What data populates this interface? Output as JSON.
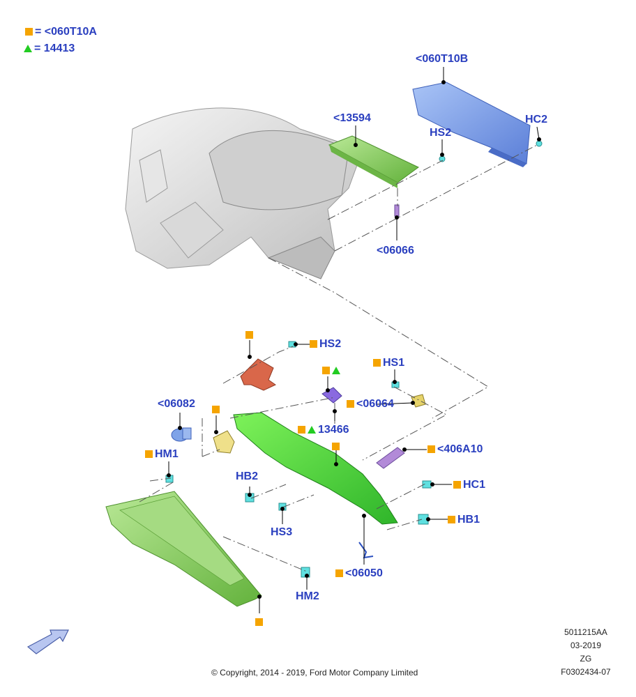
{
  "legend": {
    "square_text": "<060T10A",
    "triangle_text": "14413"
  },
  "callouts": {
    "c_060T10B": "<060T10B",
    "c_13594": "<13594",
    "hs2_top": "HS2",
    "hc2": "HC2",
    "c_06066": "<06066",
    "hs2_mid": "HS2",
    "hs1": "HS1",
    "c_06064": "<06064",
    "c_06082": "<06082",
    "c_13466": "13466",
    "hm1": "HM1",
    "c_406A10": "<406A10",
    "hb2": "HB2",
    "hc1": "HC1",
    "hs3": "HS3",
    "hb1": "HB1",
    "c_06050": "<06050",
    "hm2": "HM2"
  },
  "footer": {
    "copyright": "© Copyright, 2014 - 2019, Ford Motor Company Limited",
    "code1": "5011215AA",
    "date": "03-2019",
    "code2": "ZG",
    "code3": "F0302434-07"
  },
  "colors": {
    "label_blue": "#2a3fbf",
    "marker_orange": "#f5a400",
    "marker_green": "#22cc22",
    "part_green": "#8fd46a",
    "part_blue": "#7fa3e8",
    "part_red": "#d9674a",
    "part_purple": "#9a6ad8",
    "part_cyan": "#5fe0e0",
    "part_yellow": "#e6d36a"
  },
  "icons": [
    "orange-square-marker",
    "green-triangle-marker",
    "direction-arrow-icon"
  ]
}
